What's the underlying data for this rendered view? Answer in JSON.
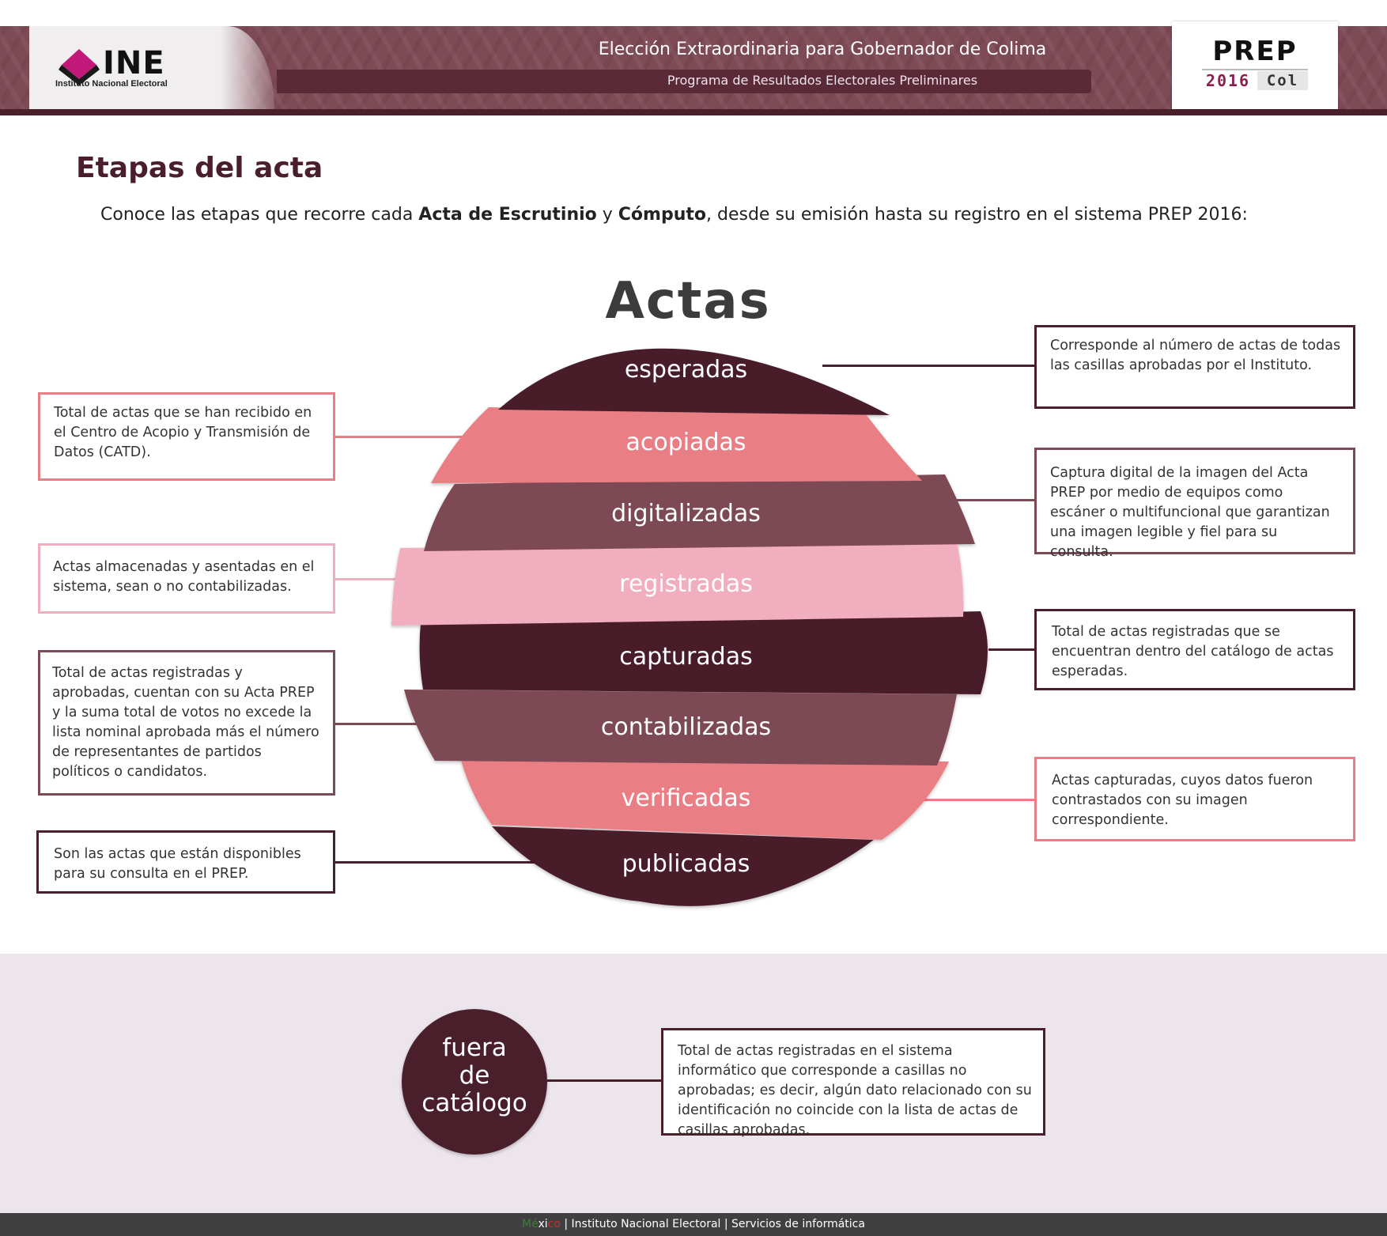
{
  "header": {
    "logo_text": "INE",
    "logo_subtitle": "Instituto Nacional Electoral",
    "title": "Elección Extraordinaria para Gobernador de Colima",
    "subtitle": "Programa de Resultados Electorales Preliminares",
    "prep_word": "PREP",
    "prep_year": "2016",
    "prep_region": "Col"
  },
  "page": {
    "title": "Etapas del acta",
    "intro": {
      "part1": "Conoce las etapas que recorre cada ",
      "bold1": "Acta de Escrutinio",
      "part2": " y ",
      "bold2": "Cómputo",
      "part3": ", desde su emisión hasta su registro en el sistema PREP 2016:"
    }
  },
  "globe": {
    "title": "Actas",
    "bands": [
      {
        "label": "esperadas",
        "color": "#4a1f2c"
      },
      {
        "label": "acopiadas",
        "color": "#ea7e85"
      },
      {
        "label": "digitalizadas",
        "color": "#7c4a55"
      },
      {
        "label": "registradas",
        "color": "#f0aebf"
      },
      {
        "label": "capturadas",
        "color": "#4a1f2c"
      },
      {
        "label": "contabilizadas",
        "color": "#7c4a55"
      },
      {
        "label": "verificadas",
        "color": "#ea7e85"
      },
      {
        "label": "publicadas",
        "color": "#4a1f2c"
      }
    ]
  },
  "descriptions": {
    "esperadas": "Corresponde al número de actas de todas las casillas aprobadas por el Instituto.",
    "acopiadas": "Total de actas que se han recibido en el Centro de Acopio y Transmisión de Datos (CATD).",
    "digitalizadas": "Captura digital de la imagen del Acta PREP por medio de equipos como escáner o multifuncional que garantizan una imagen legible y fiel para su consulta.",
    "registradas": "Actas almacenadas y asentadas en el sistema, sean o no contabilizadas.",
    "capturadas": "Total de actas registradas que se encuentran dentro del catálogo de actas esperadas.",
    "contabilizadas": "Total de actas registradas y aprobadas, cuentan con su Acta PREP y la suma total de votos no excede la lista nominal aprobada más el número de representantes de partidos políticos o candidatos.",
    "verificadas": "Actas capturadas, cuyos datos fueron contrastados con su imagen correspondiente.",
    "publicadas": "Son las actas que están disponibles para su consulta en el PREP."
  },
  "fuera": {
    "label": "fuera\nde\ncatálogo",
    "description": "Total de actas registradas en el sistema informático que corresponde a casillas no aprobadas; es decir, algún dato relacionado con su identificación no coincide con la lista de actas de casillas aprobadas."
  },
  "footer": {
    "mx1": "Mé",
    "mx2": "xi",
    "mx3": "co",
    "org": " | Instituto Nacional Electoral ",
    "services": " | Servicios de informática"
  }
}
